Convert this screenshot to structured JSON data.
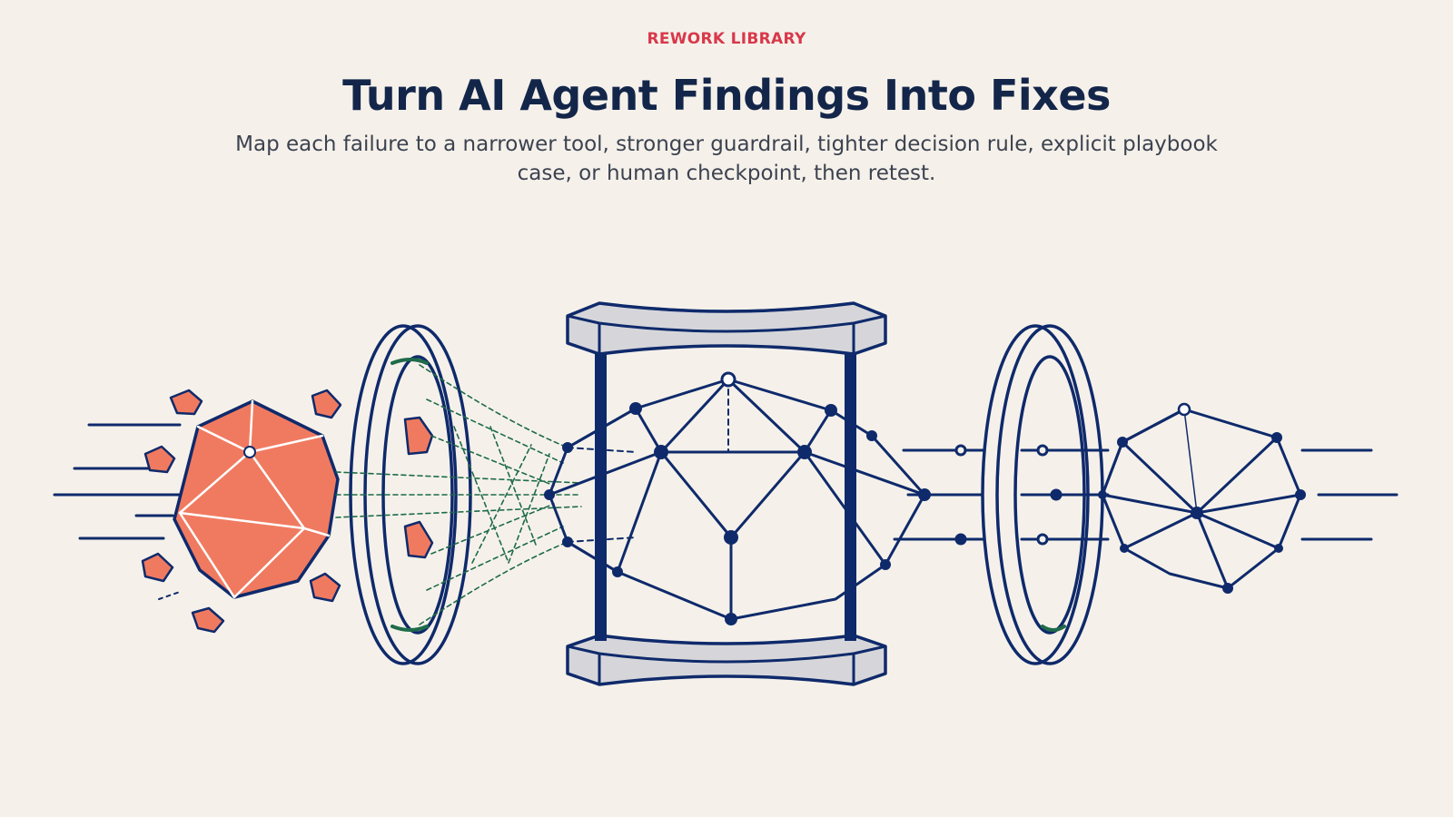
{
  "header": {
    "eyebrow": "REWORK LIBRARY",
    "title": "Turn AI Agent Findings Into Fixes",
    "subtitle": "Map each failure to a narrower tool, stronger guardrail, tighter decision rule, explicit playbook case, or human checkpoint, then retest."
  },
  "illustration": {
    "stages": [
      "broken-polyhedron",
      "filter-ring",
      "structured-frame",
      "output-ring",
      "clean-polyhedron"
    ]
  },
  "colors": {
    "background": "#f5f1ea",
    "accent_red": "#d8384a",
    "navy": "#13264a",
    "illustration_stroke": "#0f2a6b",
    "fragment_fill": "#f07a60",
    "frame_fill": "#d6d6da",
    "mesh_green": "#1f6b4a"
  }
}
